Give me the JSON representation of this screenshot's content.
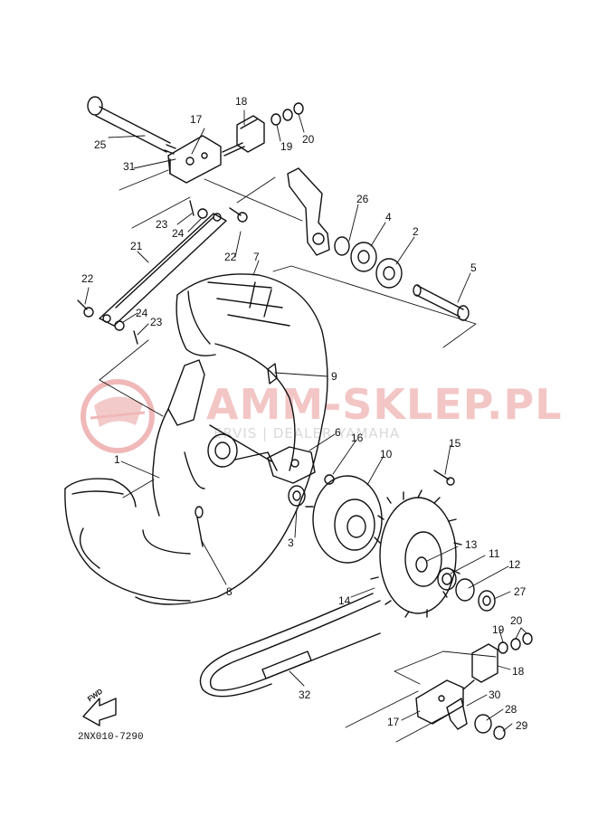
{
  "diagram": {
    "code": "2NX010-7290",
    "fwd_label": "FWD",
    "watermark": {
      "main": "AMM-SKLEP.PL",
      "sub": "ERVIS | DEALER YAMAHA",
      "color": "#e88c8c"
    },
    "callouts": [
      "25",
      "18",
      "17",
      "31",
      "19",
      "20",
      "26",
      "4",
      "2",
      "23",
      "24",
      "21",
      "22",
      "5",
      "7",
      "22",
      "24",
      "23",
      "9",
      "6",
      "16",
      "10",
      "15",
      "1",
      "3",
      "13",
      "11",
      "12",
      "27",
      "14",
      "8",
      "19",
      "20",
      "18",
      "32",
      "30",
      "17",
      "28",
      "29"
    ]
  }
}
